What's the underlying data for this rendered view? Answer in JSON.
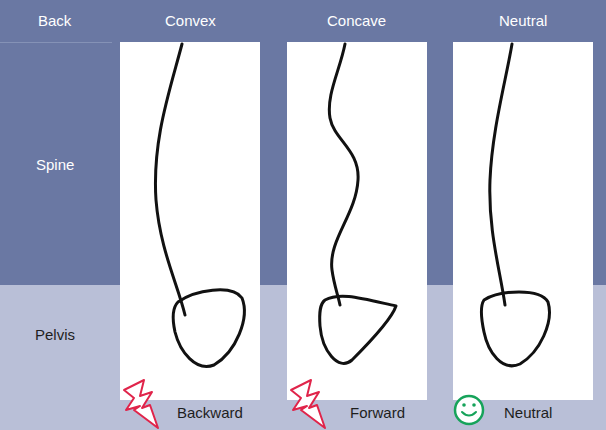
{
  "diagram": {
    "nodes": [
      {
        "text": [
          "Back",
          "Convex",
          "Concave",
          "Neutral"
        ]
      },
      {
        "text": [
          "Spine"
        ]
      },
      {
        "text": [
          "Pelvis"
        ]
      }
    ],
    "labels": [
      "Backward",
      "Forward",
      "Neutral"
    ]
  }
}
